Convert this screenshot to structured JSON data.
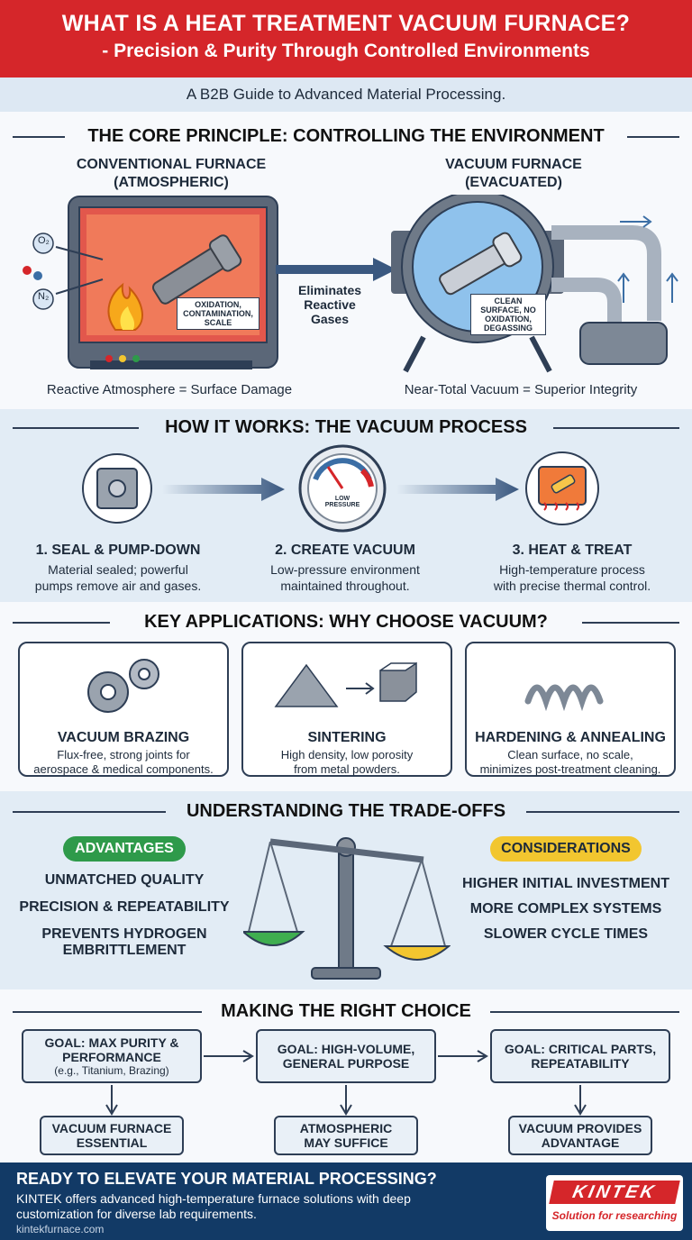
{
  "header": {
    "title_line1": "WHAT IS A HEAT TREATMENT VACUUM FURNACE?",
    "title_line2": "- Precision & Purity Through Controlled Environments",
    "subtitle": "A B2B Guide to Advanced Material Processing."
  },
  "core": {
    "title": "THE CORE PRINCIPLE: CONTROLLING THE ENVIRONMENT",
    "conventional_title": "CONVENTIONAL FURNACE",
    "conventional_sub": "(ATMOSPHERIC)",
    "vacuum_title": "VACUUM FURNACE",
    "vacuum_sub": "(EVACUATED)",
    "o2": "O₂",
    "n2": "N₂",
    "oxidation_label": "OXIDATION, CONTAMINATION, SCALE",
    "clean_label": "CLEAN SURFACE, NO OXIDATION, DEGASSING",
    "arrow_label": "Eliminates Reactive Gases",
    "left_caption": "Reactive Atmosphere = Surface Damage",
    "right_caption": "Near-Total Vacuum = Superior Integrity"
  },
  "process": {
    "title": "HOW IT WORKS: THE VACUUM PROCESS",
    "gauge_label": "LOW PRESSURE",
    "steps": [
      {
        "title": "1. SEAL & PUMP-DOWN",
        "desc1": "Material sealed; powerful",
        "desc2": "pumps remove air and gases."
      },
      {
        "title": "2. CREATE VACUUM",
        "desc1": "Low-pressure environment",
        "desc2": "maintained throughout."
      },
      {
        "title": "3. HEAT & TREAT",
        "desc1": "High-temperature process",
        "desc2": "with precise thermal control."
      }
    ]
  },
  "applications": {
    "title": "KEY APPLICATIONS: WHY CHOOSE VACUUM?",
    "items": [
      {
        "title": "VACUUM BRAZING",
        "desc1": "Flux-free, strong joints for",
        "desc2": "aerospace & medical components."
      },
      {
        "title": "SINTERING",
        "desc1": "High density, low porosity",
        "desc2": "from metal powders."
      },
      {
        "title": "HARDENING & ANNEALING",
        "desc1": "Clean surface, no scale,",
        "desc2": "minimizes post-treatment cleaning."
      }
    ]
  },
  "tradeoffs": {
    "title": "UNDERSTANDING THE TRADE-OFFS",
    "advantages_label": "ADVANTAGES",
    "advantages": [
      "UNMATCHED QUALITY",
      "PRECISION & REPEATABILITY",
      "PREVENTS HYDROGEN",
      "EMBRITTLEMENT"
    ],
    "considerations_label": "CONSIDERATIONS",
    "considerations": [
      "HIGHER INITIAL INVESTMENT",
      "MORE COMPLEX SYSTEMS",
      "SLOWER CYCLE TIMES"
    ],
    "colors": {
      "advantages": "#2e9a4a",
      "considerations": "#f2c62f"
    }
  },
  "choice": {
    "title": "MAKING THE RIGHT CHOICE",
    "goals": [
      {
        "line1": "GOAL: MAX PURITY &",
        "line2": "PERFORMANCE",
        "line3": "(e.g., Titanium, Brazing)",
        "result1": "VACUUM FURNACE",
        "result2": "ESSENTIAL"
      },
      {
        "line1": "GOAL: HIGH-VOLUME,",
        "line2": "GENERAL PURPOSE",
        "line3": "",
        "result1": "ATMOSPHERIC",
        "result2": "MAY SUFFICE"
      },
      {
        "line1": "GOAL: CRITICAL PARTS,",
        "line2": "REPEATABILITY",
        "line3": "",
        "result1": "VACUUM PROVIDES",
        "result2": "ADVANTAGE"
      }
    ]
  },
  "footer": {
    "headline": "READY TO ELEVATE YOUR MATERIAL PROCESSING?",
    "line1": "KINTEK offers advanced high-temperature furnace solutions with deep",
    "line2": "customization for diverse lab requirements.",
    "url": "kintekfurnace.com",
    "logo": "KINTEK",
    "tagline": "Solution for researching"
  },
  "colors": {
    "header_red": "#d5262a",
    "footer_navy": "#123a66",
    "accent_blue": "#3b6ea5"
  }
}
